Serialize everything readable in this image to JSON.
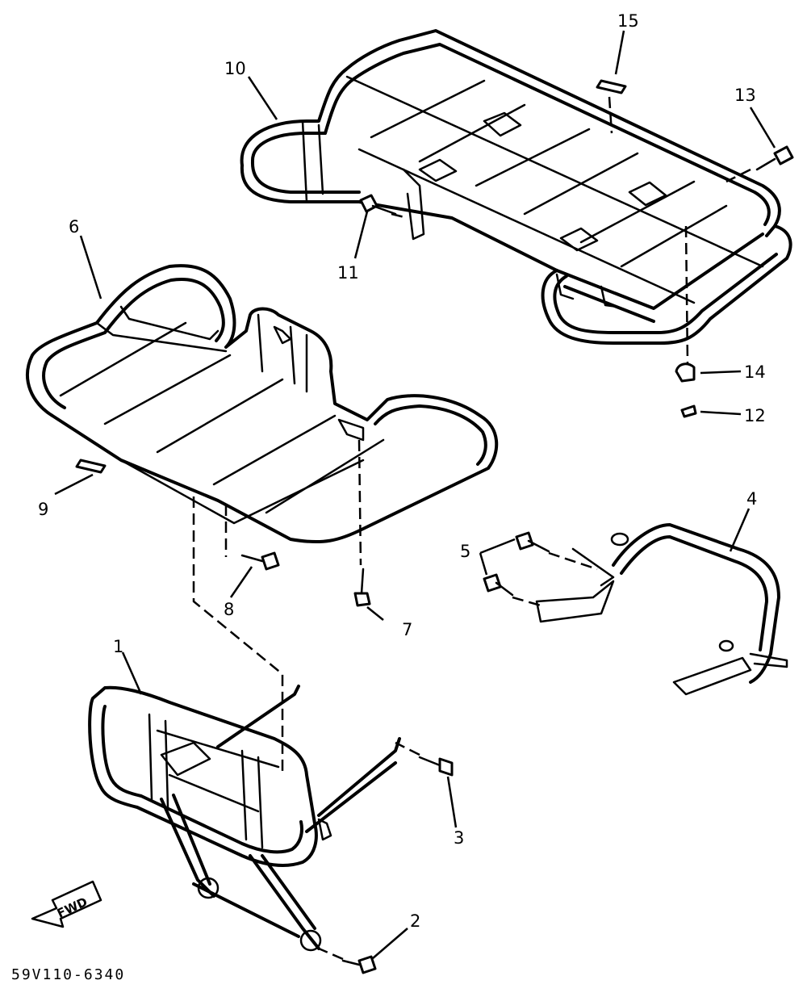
{
  "diagram": {
    "part_code": "59V110-6340",
    "direction_label": "FWD",
    "callouts": [
      "1",
      "2",
      "3",
      "4",
      "5",
      "6",
      "7",
      "8",
      "9",
      "10",
      "11",
      "12",
      "13",
      "14",
      "15"
    ]
  }
}
